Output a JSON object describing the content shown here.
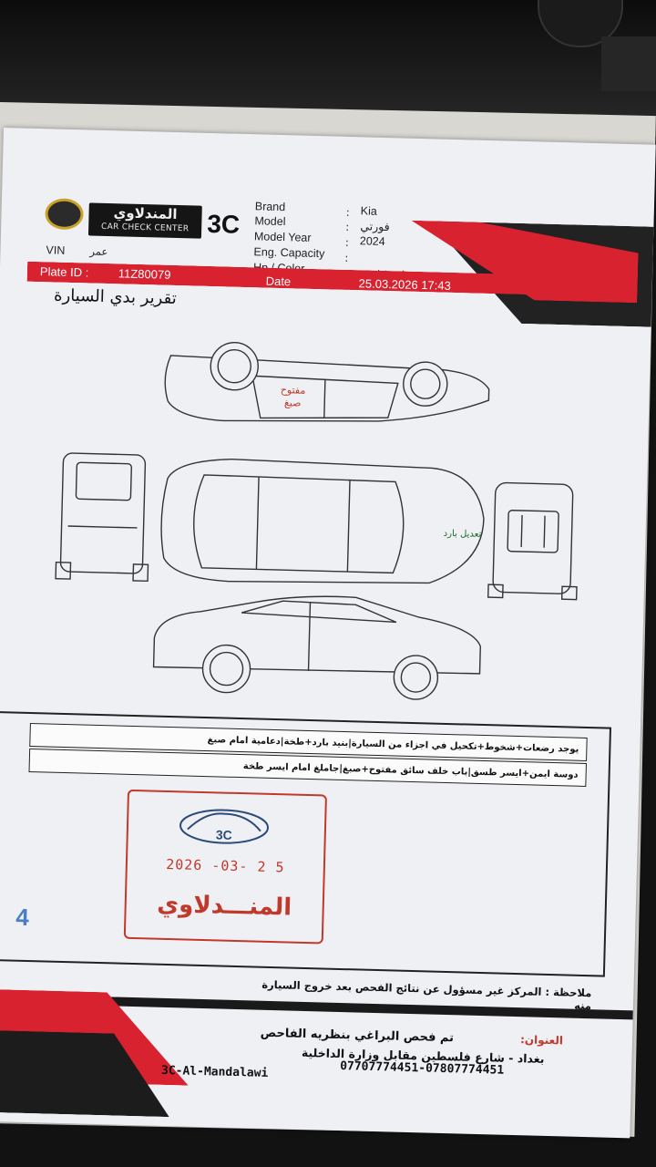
{
  "header": {
    "logo_arabic": "المندلاوي",
    "logo_english": "CAR CHECK CENTER",
    "logo_mark": "3C",
    "fields": {
      "brand_label": "Brand",
      "brand_value": "Kia",
      "model_label": "Model",
      "model_value": "فورتي",
      "year_label": "Model Year",
      "year_value": "2024",
      "capacity_label": "Eng. Capacity",
      "color_label": "Hp / Color",
      "color_value": "مقدى هادي / ازرق",
      "vin_label": "VIN",
      "vin_value": "عمر",
      "plate_label": "Plate ID :",
      "plate_value": "11Z80079",
      "date_label": "Date",
      "date_value": "25.03.2026 17:43"
    },
    "colors": {
      "accent_red": "#d8222f",
      "dark": "#222222"
    }
  },
  "report_title": "تقرير بدي السيارة",
  "diagram": {
    "label_roof": "مفتوح",
    "label_roof2": "صبغ",
    "label_front": "تعديل بارد"
  },
  "notes": [
    "يوجد رضعات+شخوط+تكحيل في اجزاء من السيارة|بنيد بارد+طخة|دعامية امام صبغ",
    "دوسة ايمن+ايسر طسق|باب خلف سائق مفتوح+صبغ|جاملغ امام ايسر طخة"
  ],
  "stamp": {
    "logo_text": "3C",
    "date": "2026 -03- 2 5",
    "name": "المنـــدلاوي"
  },
  "page_number": "4",
  "disclaimer": "ملاحظة : المركز غير مسؤول عن نتائج الفحص بعد خروج السيارة منه",
  "footer": {
    "inspected_by": "تم فحص البراغي بنظريه الفاحص",
    "address_label": "العنوان:",
    "address": "بغداد - شارع فلسطين مقابل وزارة الداخلية",
    "phones": "07707774451-07807774451",
    "handle": "3C-Al-Mandalawi"
  }
}
